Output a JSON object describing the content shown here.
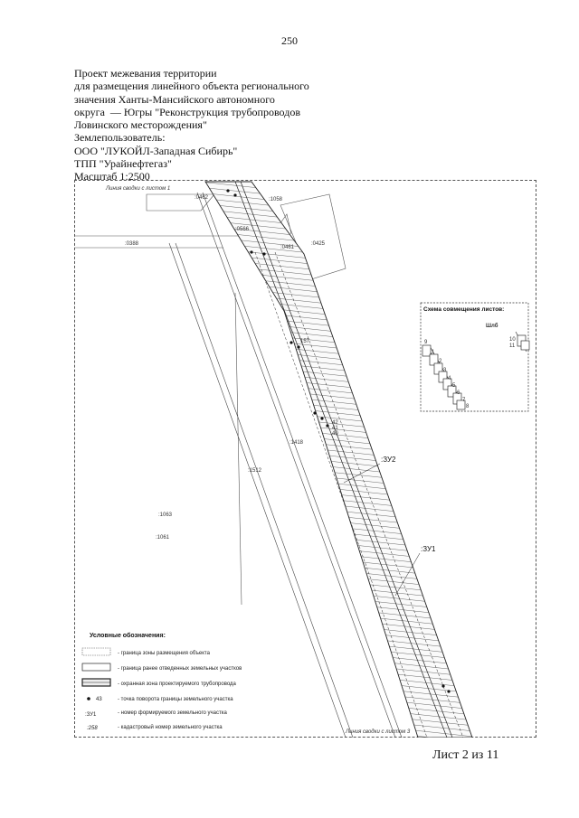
{
  "page_number": "250",
  "header_lines": [
    "Проект межевания территории",
    "для размещения линейного объекта регионального",
    "значения Ханты-Мансийского автономного",
    "округа  — Югры \"Реконструкция трубопроводов",
    "Ловинского месторождения\"",
    "Землепользователь:",
    "ООО \"ЛУКОЙЛ-Западная Сибирь\"",
    "ТПП \"Урайнефтегаз\"",
    "Масштаб 1:2500"
  ],
  "map": {
    "top_link_label": "Линия сводки с листом 1",
    "bottom_link_label": "Линия сводки с листом 3",
    "parcel_labels": [
      ":0462",
      ":1058",
      ":0566",
      ":0425",
      ":0388",
      ":0461",
      ":1512",
      ":1063",
      ":1061",
      ":1418"
    ],
    "zu_labels": [
      ":ЗУ2",
      ":ЗУ1"
    ],
    "point_labels": [
      "157",
      "42",
      "41",
      "40"
    ]
  },
  "inset": {
    "title": "Схема совмещения листов:",
    "scheme_label": "Шлб",
    "sheet_numbers": [
      "1",
      "2",
      "3",
      "4",
      "5",
      "6",
      "7",
      "8",
      "9",
      "10",
      "11"
    ]
  },
  "legend": {
    "title": "Условные обозначения:",
    "items": [
      {
        "symbol": "dotted-rect",
        "text": "- граница зоны размещения объекта"
      },
      {
        "symbol": "solid-rect",
        "text": "- граница ранее отведенных земельных участков"
      },
      {
        "symbol": "double-rect",
        "text": "- охранная зона проектируемого трубопровода"
      },
      {
        "symbol": "point",
        "symbol_label": "43",
        "text": "- точка поворота границы земельного участка"
      },
      {
        "symbol": "zu-label",
        "symbol_label": ":ЗУ1",
        "text": "- номер формируемого земельного участка"
      },
      {
        "symbol": "cad-label",
        "symbol_label": ":258",
        "text": "- кадастровый номер земельного участка"
      }
    ]
  },
  "sheet_label": "Лист 2 из 11"
}
